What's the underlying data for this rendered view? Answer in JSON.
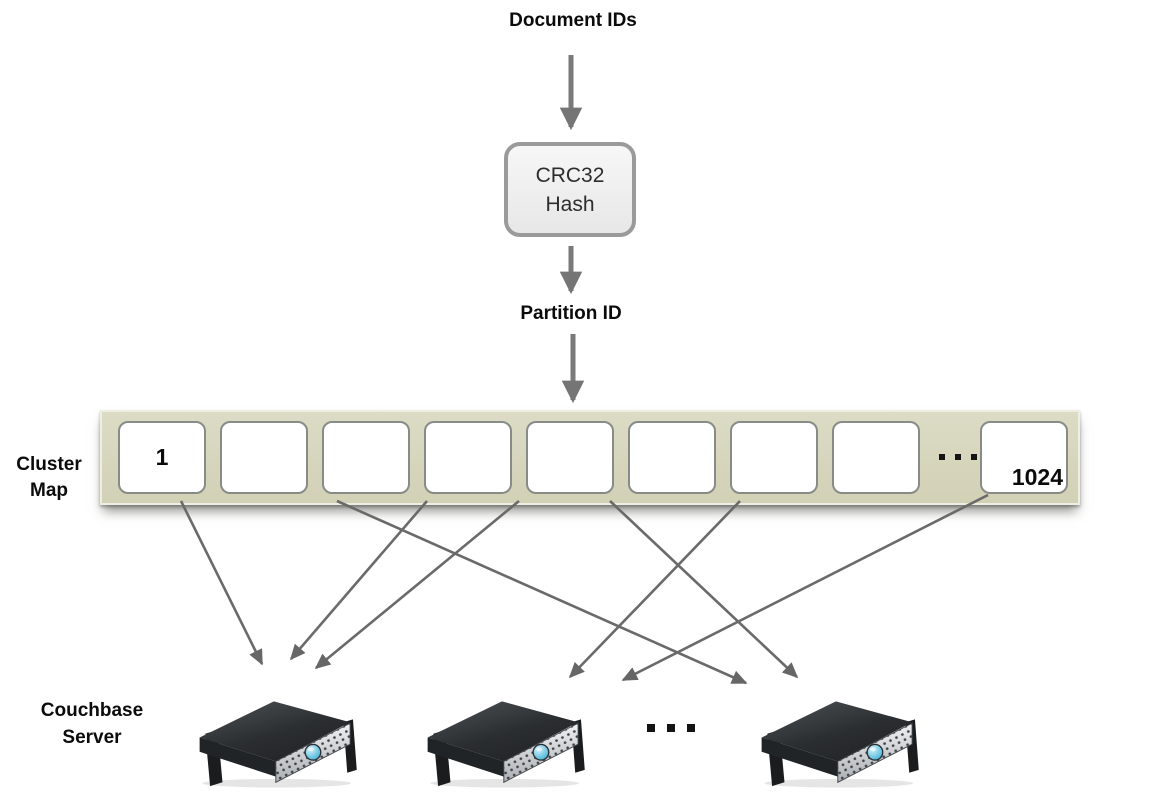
{
  "diagram": {
    "input_label": "Document IDs",
    "hash_box": {
      "line1": "CRC32",
      "line2": "Hash"
    },
    "partition_label": "Partition ID",
    "cluster_map": {
      "label": {
        "line1": "Cluster",
        "line2": "Map"
      },
      "ellipsis": ". . .",
      "cells": [
        {
          "label": "1"
        },
        {
          "label": ""
        },
        {
          "label": ""
        },
        {
          "label": ""
        },
        {
          "label": ""
        },
        {
          "label": ""
        },
        {
          "label": ""
        },
        {
          "label": ""
        },
        {
          "label": "1024"
        }
      ]
    },
    "servers": {
      "label": {
        "line1": "Couchbase",
        "line2": "Server"
      },
      "count": 3,
      "ellipsis": ". . ."
    },
    "colors": {
      "band_fill": "#d6d5bc",
      "arrow_gray": "#6f6f6f",
      "cell_border": "#878c87",
      "server_button_blue": "#4fb3d9"
    }
  }
}
